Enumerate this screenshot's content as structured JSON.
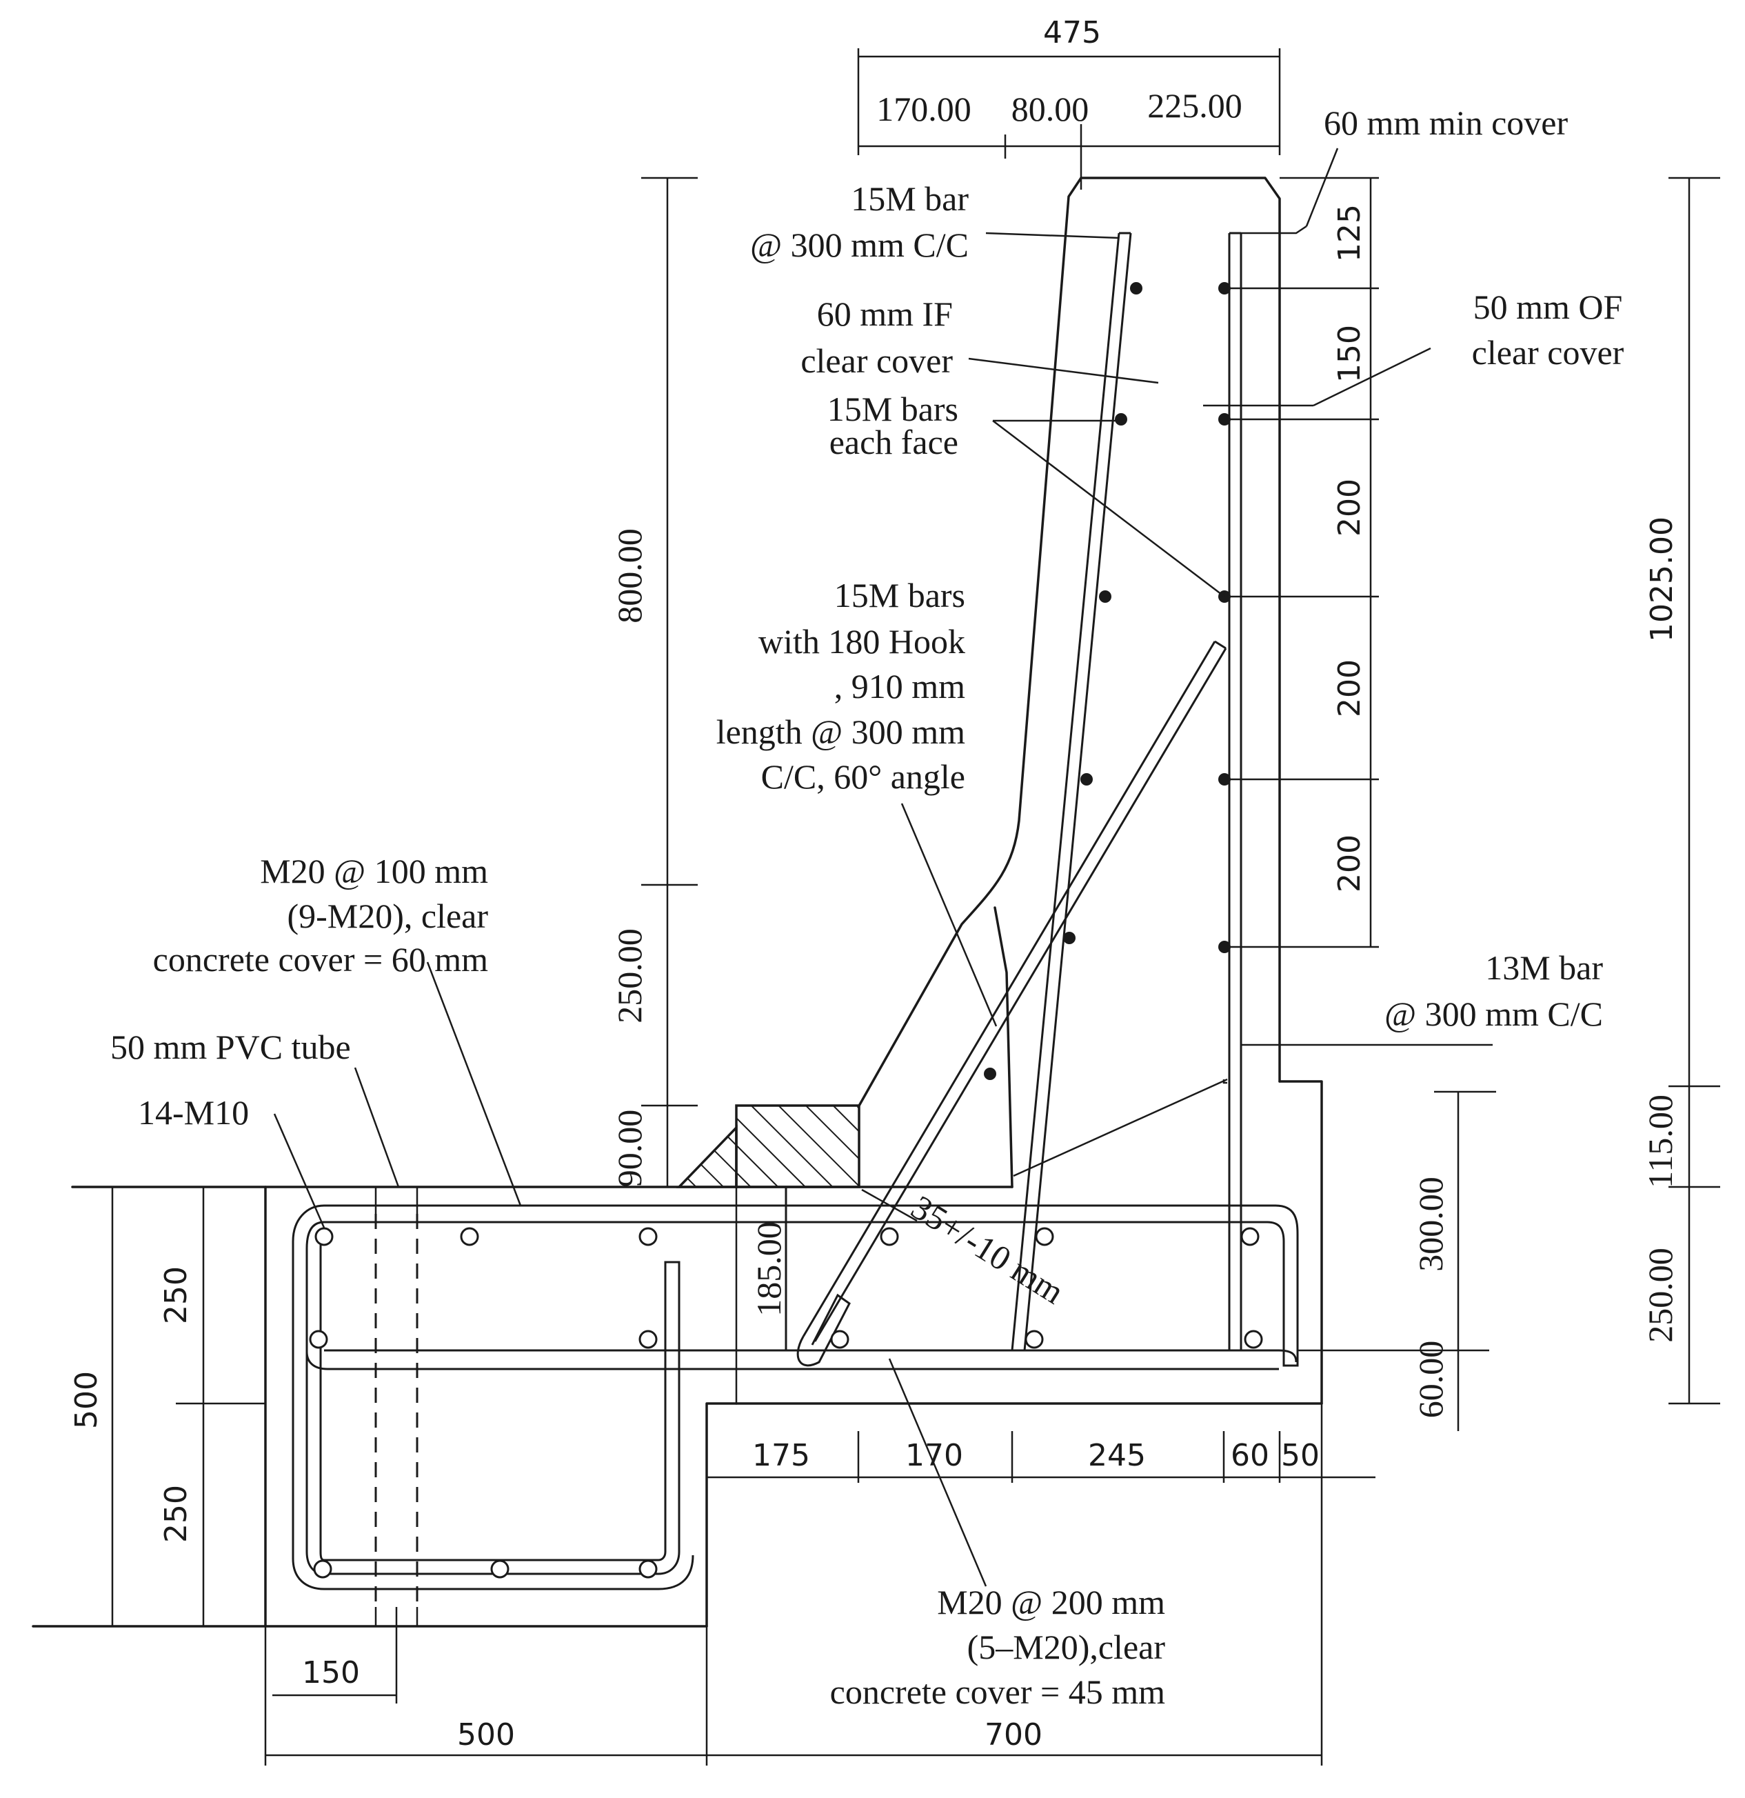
{
  "top_dimensions": {
    "overall_width": "475",
    "part_left": "170.00",
    "part_middle": "80.00",
    "part_right": "225.00"
  },
  "left_dimensions": {
    "wall_upper": "800.00",
    "wall_lower": "250.00",
    "curb_step": "90.00",
    "slab_upper": "250",
    "slab_lower": "250",
    "slab_total": "500",
    "tube_offset": "150"
  },
  "right_dimensions": {
    "wall_height": "1025.00",
    "ledge_height": "115.00",
    "slab_height": "250.00",
    "footing_depth": "300.00",
    "footing_cover": "60.00",
    "hook_depth": "185.00",
    "spacing_1": "125",
    "spacing_2": "150",
    "spacing_3": "200",
    "spacing_4": "200",
    "spacing_5": "200"
  },
  "bottom_dimensions": {
    "seg_1": "175",
    "seg_2": "170",
    "seg_3": "245",
    "seg_4": "60",
    "seg_5": "50",
    "overall_left": "500",
    "overall_right": "700"
  },
  "annotations": {
    "min_cover": "60 mm min cover",
    "bar_top_line1": "15M bar",
    "bar_top_line2": "@ 300 mm C/C",
    "if_cover_line1": "60 mm IF",
    "if_cover_line2": "clear cover",
    "of_cover_line1": "50 mm OF",
    "of_cover_line2": "clear cover",
    "each_face_line1": "15M  bars",
    "each_face_line2": "each face",
    "hook_line1": "15M bars",
    "hook_line2": "with 180 Hook",
    "hook_line3": ", 910 mm",
    "hook_line4": "length @ 300 mm",
    "hook_line5": "C/C, 60°  angle",
    "m20_top_line1": "M20 @ 100 mm",
    "m20_top_line2": "(9-M20), clear",
    "m20_top_line3": "concrete cover = 60 mm",
    "pvc": "50 mm PVC tube",
    "m10": "14-M10",
    "bar13_line1": "13M  bar",
    "bar13_line2": "@ 300 mm C/C",
    "slope": "35+/-10 mm",
    "m20_bot_line1": "M20 @ 200 mm",
    "m20_bot_line2": "(5–M20),clear",
    "m20_bot_line3": "concrete cover = 45 mm"
  }
}
